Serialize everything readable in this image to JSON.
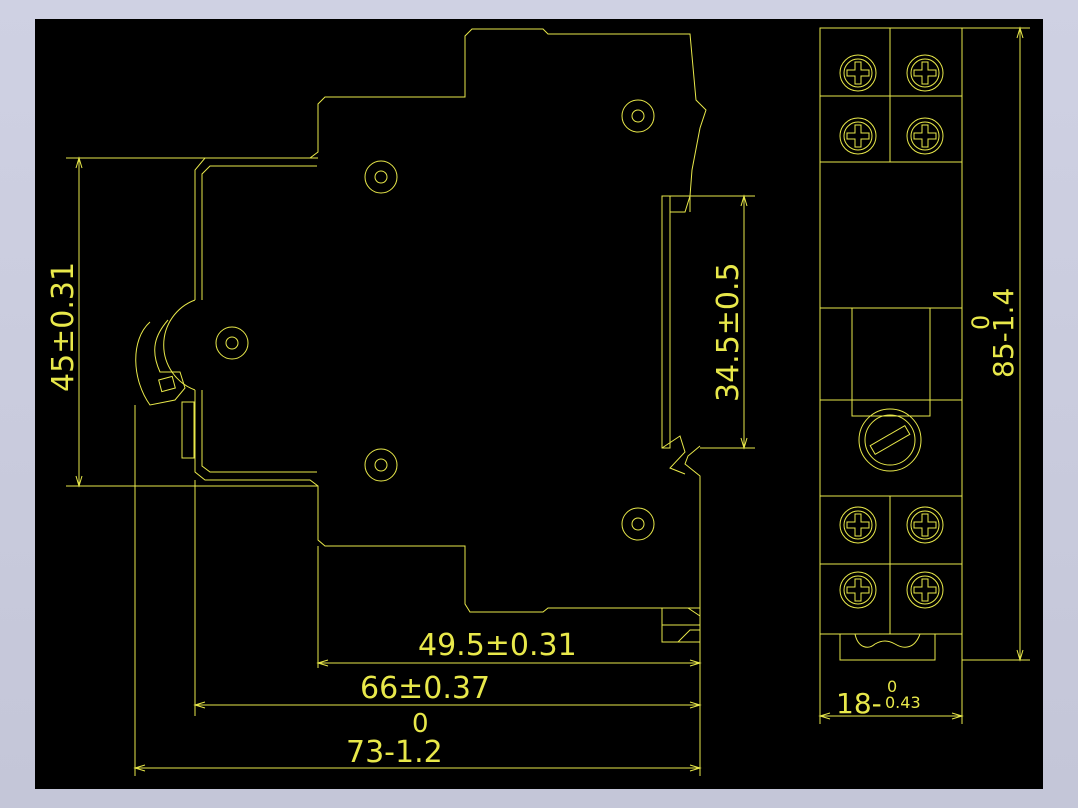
{
  "colors": {
    "background": "#000000",
    "frame": "#c9cbdc",
    "line": "#e8e84a"
  },
  "dimensions": {
    "height_45": "45±0.31",
    "height_34_5": "34.5±0.5",
    "width_49_5": "49.5±0.31",
    "width_66": "66±0.37",
    "width_73_upper": "0",
    "width_73_lower": "73-1.2",
    "height_85_upper": "0",
    "height_85_lower": "85-1.4",
    "width_18_main": "18-",
    "width_18_upper": "0",
    "width_18_lower": "0.43"
  }
}
